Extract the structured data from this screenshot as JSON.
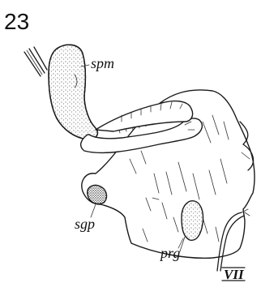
{
  "figure": {
    "number": "23",
    "labels": {
      "spm": "spm",
      "sgp": "sgp",
      "prg": "prg",
      "nerve": "VII"
    }
  }
}
